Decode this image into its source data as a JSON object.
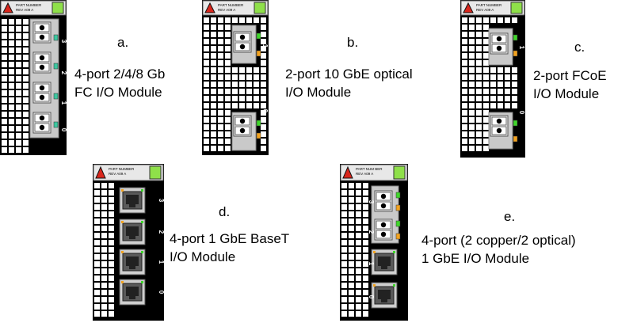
{
  "header": {
    "part_number": "PART NUMBER",
    "part_number_alt": "PART NUM BER",
    "rev": "REV",
    "rev_code": "A09",
    "rev_letter": "A"
  },
  "modules": [
    {
      "id": "a",
      "letter": "a.",
      "title_line1": "4-port 2/4/8 Gb",
      "title_line2": "FC I/O Module",
      "ports": [
        "3",
        "2",
        "1",
        "0"
      ]
    },
    {
      "id": "b",
      "letter": "b.",
      "title_line1": "2-port 10 GbE optical",
      "title_line2": "I/O Module",
      "ports": [
        "0",
        "1"
      ]
    },
    {
      "id": "c",
      "letter": "c.",
      "title_line1": "2-port FCoE",
      "title_line2": "I/O Module",
      "ports": [
        "0",
        "1"
      ]
    },
    {
      "id": "d",
      "letter": "d.",
      "title_line1": "4-port 1 GbE BaseT",
      "title_line2": "I/O Module",
      "ports": [
        "3",
        "2",
        "1",
        "0"
      ]
    },
    {
      "id": "e",
      "letter": "e.",
      "title_line1": "4-port (2 copper/2 optical)",
      "title_line2": "1 GbE I/O Module",
      "ports": [
        "3",
        "2",
        "1",
        "0"
      ]
    }
  ],
  "colors": {
    "grid": "#000000",
    "led_green": "#3fd62a",
    "led_teal": "#3cc8a0",
    "led_amber": "#f2a21e",
    "warning_red": "#d9261c",
    "label_green": "#8fe04a"
  }
}
